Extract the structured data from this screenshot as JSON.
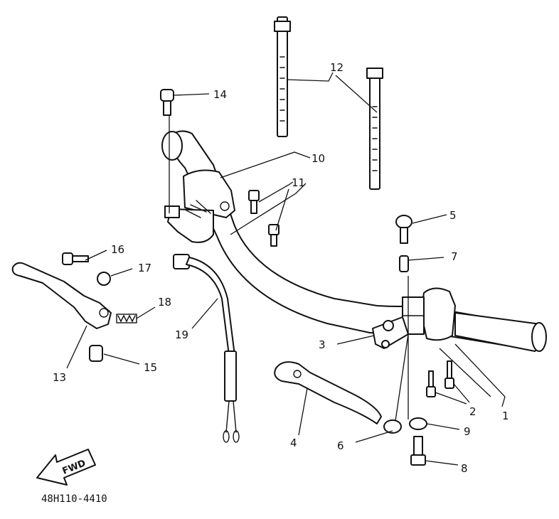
{
  "diagram": {
    "drawing_code": "48H110-4410",
    "direction_label": "FWD",
    "callouts": [
      "1",
      "2",
      "3",
      "4",
      "5",
      "6",
      "7",
      "8",
      "9",
      "10",
      "11",
      "12",
      "13",
      "14",
      "15",
      "16",
      "17",
      "18",
      "19"
    ],
    "colors": {
      "line": "#111111",
      "background": "#ffffff"
    }
  }
}
